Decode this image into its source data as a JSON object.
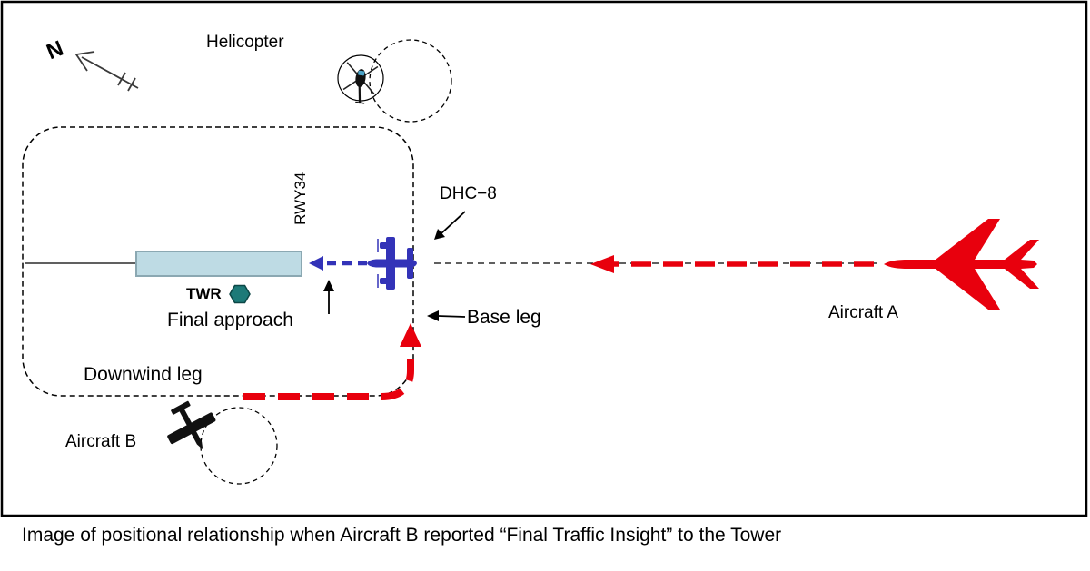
{
  "diagram": {
    "compass": {
      "label": "N"
    },
    "helicopter": {
      "label": "Helicopter"
    },
    "runway": {
      "label": "RWY34"
    },
    "tower": {
      "label": "TWR"
    },
    "dhc8": {
      "label": "DHC−8"
    },
    "final_approach": {
      "label": "Final approach"
    },
    "base_leg": {
      "label": "Base leg"
    },
    "downwind_leg": {
      "label": "Downwind leg"
    },
    "aircraft_a": {
      "label": "Aircraft A"
    },
    "aircraft_b": {
      "label": "Aircraft B"
    }
  },
  "caption": "Image of positional relationship when  Aircraft B reported “Final Traffic Insight” to the Tower",
  "colors": {
    "aircraft_red": "#e8000d",
    "path_red": "#e8000d",
    "aircraft_blue": "#3333b8",
    "runway_fill": "#bedbe4",
    "runway_stroke": "#8ba8b2",
    "tower_fill": "#1d7a78",
    "tower_stroke": "#0c4746",
    "heli_window": "#4aa3c8",
    "ink": "#000000"
  },
  "icons": {
    "north-arrow-icon": "surveyor north arrow with fletching",
    "helicopter-icon": "helicopter top view in circle",
    "dhc8-aircraft-icon": "twin turboprop top view, nose left",
    "aircraft-a-icon": "jet airliner top view, nose left",
    "aircraft-b-icon": "light aircraft top view, banked",
    "tower-icon": "hexagon marker"
  }
}
